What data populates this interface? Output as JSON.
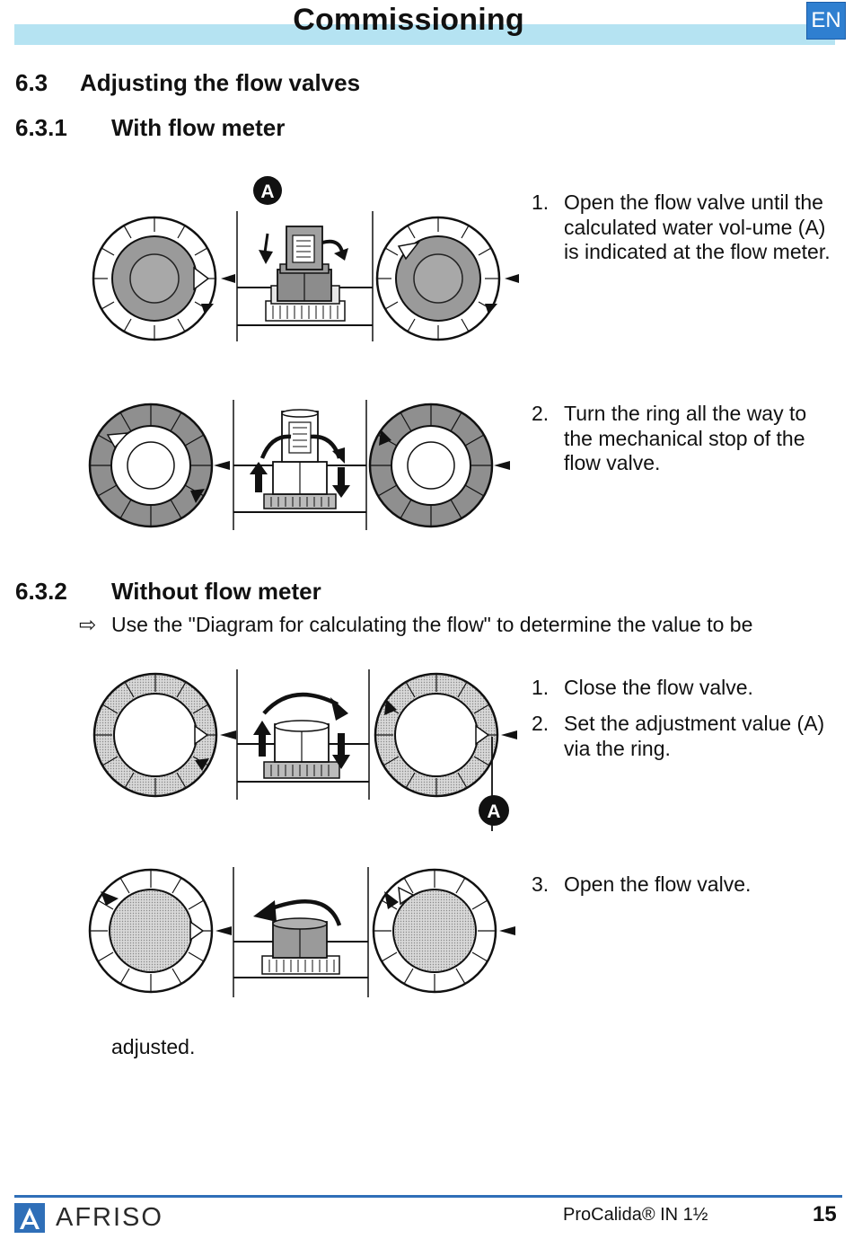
{
  "header": {
    "title": "Commissioning",
    "lang": "EN"
  },
  "section": {
    "number": "6.3",
    "title": "Adjusting the flow valves"
  },
  "sub1": {
    "number": "6.3.1",
    "title": "With flow meter"
  },
  "sub2": {
    "number": "6.3.2",
    "title": "Without flow meter"
  },
  "label_a": "A",
  "steps1": [
    {
      "n": "1.",
      "text": "Open the flow valve until the calculated water vol-ume (A) is indicated at the flow meter."
    },
    {
      "n": "2.",
      "text": "Turn the ring all the way to the mechanical stop of the flow valve."
    }
  ],
  "intro": {
    "arrow": "⇨",
    "text": "Use the \"Diagram for calculating the flow\" to determine the value to be"
  },
  "steps2": [
    {
      "n": "1.",
      "text": "Close the flow valve."
    },
    {
      "n": "2.",
      "text": "Set the adjustment value (A) via the ring."
    },
    {
      "n": "3.",
      "text": "Open the flow valve."
    }
  ],
  "adjusted": "adjusted.",
  "footer": {
    "brand": "AFRISO",
    "product": "ProCalida® IN 1½",
    "page": "15"
  },
  "colors": {
    "header_bar": "#b5e3f2",
    "badge": "#2f7fd0",
    "footer_line": "#2f6fb8"
  }
}
